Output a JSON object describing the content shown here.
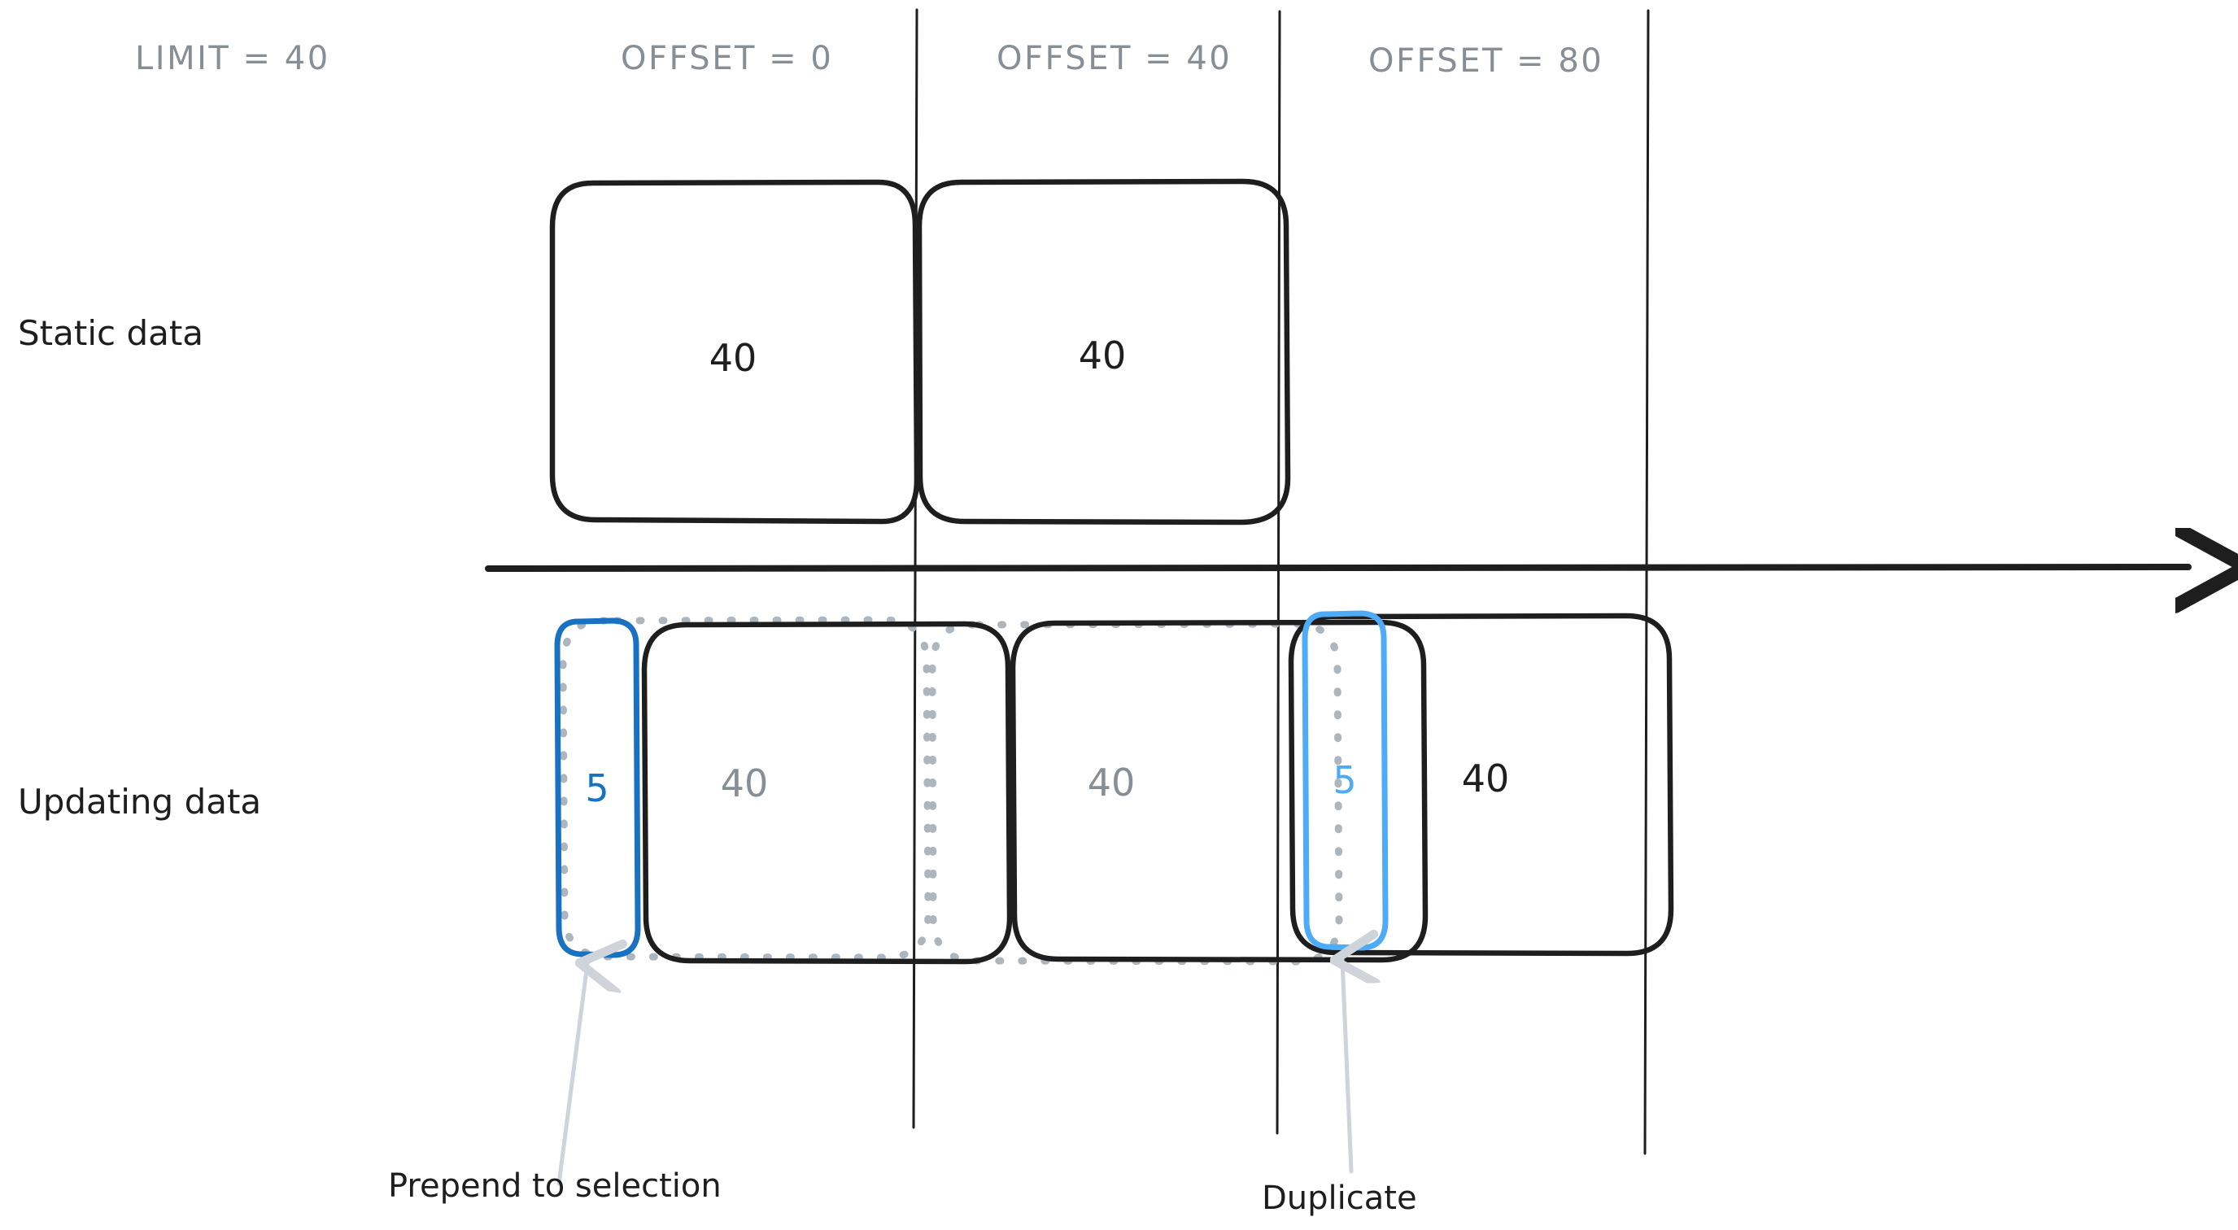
{
  "diagram": {
    "title_hint": "Pagination with limit/offset over static vs updating data",
    "colors": {
      "ink": "#1e1e1e",
      "muted": "#868e96",
      "blue_dark": "#1971c2",
      "blue_light": "#4dabf7",
      "arrow_gray": "#ced4da",
      "background": "#ffffff"
    },
    "headers": [
      {
        "label": "LIMIT = 40"
      },
      {
        "label": "OFFSET = 0"
      },
      {
        "label": "OFFSET = 40"
      },
      {
        "label": "OFFSET = 80"
      }
    ],
    "rows": [
      {
        "label": "Static data"
      },
      {
        "label": "Updating data"
      }
    ],
    "static_row": {
      "pages": [
        {
          "value": "40"
        },
        {
          "value": "40"
        }
      ]
    },
    "updating_row": {
      "new_items": [
        {
          "value": "5",
          "style": "blue-dark"
        },
        {
          "value": "5",
          "style": "blue-light"
        }
      ],
      "pages": [
        {
          "value": "40",
          "style": "gray"
        },
        {
          "value": "40",
          "style": "gray"
        },
        {
          "value": "40",
          "style": "black"
        }
      ]
    },
    "annotations": [
      {
        "label": "Prepend to selection"
      },
      {
        "label": "Duplicate"
      }
    ]
  }
}
